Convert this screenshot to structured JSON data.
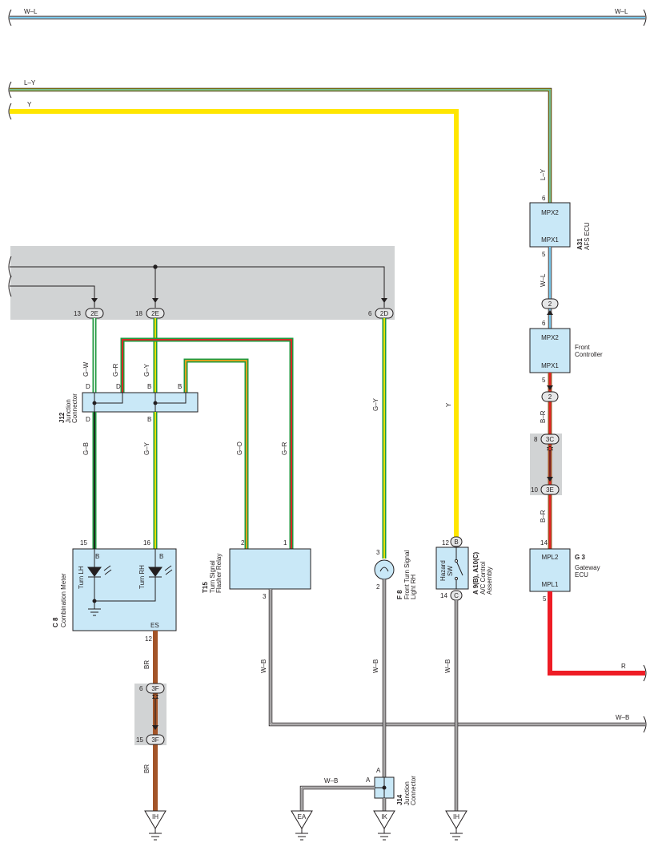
{
  "wires": {
    "top_w_l": "W–L",
    "l_y": "L–Y",
    "y": "Y",
    "afs_in": "L–Y",
    "afs_out": "W–L",
    "g_w": "G–W",
    "g_r_top": "G–R",
    "g_y_top": "G–Y",
    "g_b": "G–B",
    "g_y_mid": "G–Y",
    "g_o": "G–O",
    "g_r_mid": "G–R",
    "g_y_right": "G–Y",
    "y_right": "Y",
    "b_r_1": "B–R",
    "b_r_2": "B–R",
    "br_1": "BR",
    "br_2": "BR",
    "w_b_relay": "W–B",
    "w_b_lamp": "W–B",
    "w_b_hazard": "W–B",
    "w_b_bottom": "W–B",
    "w_b_right": "W–B",
    "r_right": "R"
  },
  "connectors": {
    "c2e_a": "2E",
    "c2e_b": "2E",
    "c2d": "2D",
    "c2_a": "2",
    "c2_b": "2",
    "c3c": "3C",
    "c3e": "3E",
    "c3f_a": "3F",
    "c3f_b": "3F",
    "hz_b": "B",
    "hz_c": "C"
  },
  "pins": {
    "p13": "13",
    "p18": "18",
    "p6_2d": "6",
    "p6_afs": "6",
    "p5_afs": "5",
    "p6_front": "6",
    "p5_front": "5",
    "p8": "8",
    "p10": "10",
    "p14_gw": "14",
    "p5_gw": "5",
    "p15_cm": "15",
    "p16_cm": "16",
    "p12_cm": "12",
    "p6_3f": "6",
    "p15_3f": "15",
    "p2_relay": "2",
    "p1_relay": "1",
    "p3_relay": "3",
    "p3_lamp": "3",
    "p2_lamp": "2",
    "p12_hz": "12",
    "p14_hz": "14",
    "jc_d1": "D",
    "jc_d2": "D",
    "jc_d3": "D",
    "jc_b1": "B",
    "jc_b2": "B",
    "jc_b3": "B",
    "cm_b1": "B",
    "cm_b2": "B",
    "cm_es": "ES",
    "j14_a1": "A",
    "j14_a2": "A"
  },
  "components": {
    "afs_mpx2": "MPX2",
    "afs_mpx1": "MPX1",
    "afs_id": "A31",
    "afs_name": "AFS ECU",
    "front_mpx2": "MPX2",
    "front_mpx1": "MPX1",
    "front_name1": "Front",
    "front_name2": "Controller",
    "gw_mpl2": "MPL2",
    "gw_mpl1": "MPL1",
    "gw_id": "G 3",
    "gw_name1": "Gateway",
    "gw_name2": "ECU",
    "j12_id": "J12",
    "j12_name1": "Junction",
    "j12_name2": "Connector",
    "cm_id": "C 8",
    "cm_name": "Combination Meter",
    "cm_turn_lh": "Turn LH",
    "cm_turn_rh": "Turn RH",
    "t15_id": "T15",
    "t15_name1": "Turn Signal",
    "t15_name2": "Flasher Relay",
    "f8_id": "F 8",
    "f8_name1": "Front Turn Signal",
    "f8_name2": "Light RH",
    "hz_id": "A 9(B), A10(C)",
    "hz_name1": "A/C Control",
    "hz_name2": "Assembly",
    "hz_sw1": "Hazard",
    "hz_sw2": "SW",
    "j14_id": "J14",
    "j14_name1": "Junction",
    "j14_name2": "Connector"
  },
  "grounds": {
    "ih_1": "IH",
    "ea": "EA",
    "ik": "IK",
    "ih_2": "IH"
  },
  "colors": {
    "blue": "#2aa7e0",
    "yellow": "#ffe600",
    "green": "#1f9a3f",
    "red": "#ee1c25",
    "orange": "#f5a11c",
    "brown": "#a35428",
    "box_fill": "#c9e8f7",
    "gray_band": "#d1d3d4"
  }
}
